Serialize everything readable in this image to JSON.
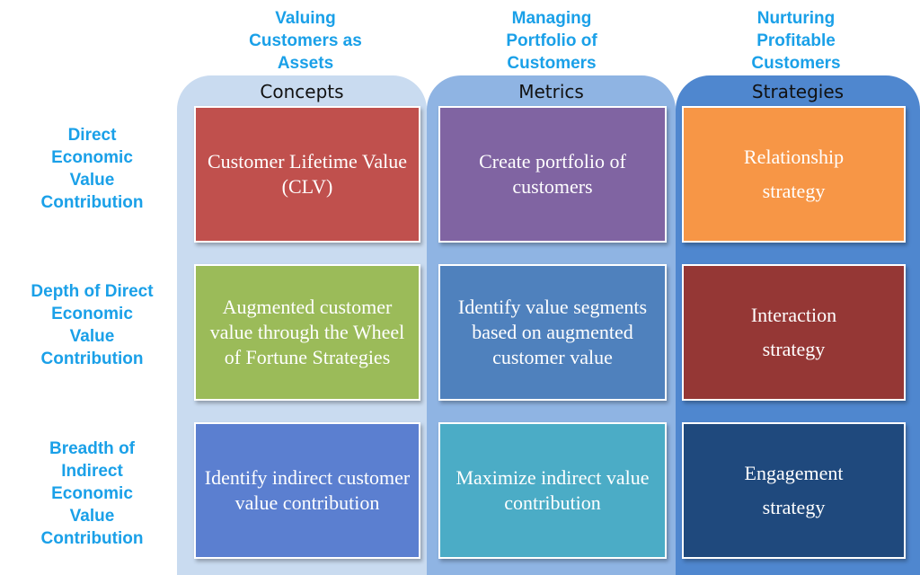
{
  "columns": [
    {
      "header": "Valuing\nCustomers as\nAssets",
      "title": "Concepts",
      "panel_color": "#c9dbf0"
    },
    {
      "header": "Managing\nPortfolio of\nCustomers",
      "title": "Metrics",
      "panel_color": "#8fb4e3"
    },
    {
      "header": "Nurturing\nProfitable\nCustomers",
      "title": "Strategies",
      "panel_color": "#4f87cf"
    }
  ],
  "rows": [
    {
      "label": "Direct\nEconomic\nValue\nContribution"
    },
    {
      "label": "Depth of Direct\nEconomic\nValue\nContribution"
    },
    {
      "label": "Breadth of\nIndirect\nEconomic\nValue\nContribution"
    }
  ],
  "cells": [
    [
      {
        "text": "Customer Lifetime Value (CLV)",
        "color": "#c0504d"
      },
      {
        "text": "Create portfolio of customers",
        "color": "#8064a2"
      },
      {
        "text": "Relationship\nstrategy",
        "color": "#f79646"
      }
    ],
    [
      {
        "text": "Augmented customer value through the Wheel of Fortune Strategies",
        "color": "#9bbb59"
      },
      {
        "text": "Identify value segments based on augmented customer value",
        "color": "#4f81bd"
      },
      {
        "text": "Interaction\nstrategy",
        "color": "#953735"
      }
    ],
    [
      {
        "text": "Identify indirect customer value contribution",
        "color": "#5b7fd0"
      },
      {
        "text": "Maximize indirect value contribution",
        "color": "#4bacc6"
      },
      {
        "text": "Engagement\nstrategy",
        "color": "#1f497d"
      }
    ]
  ]
}
